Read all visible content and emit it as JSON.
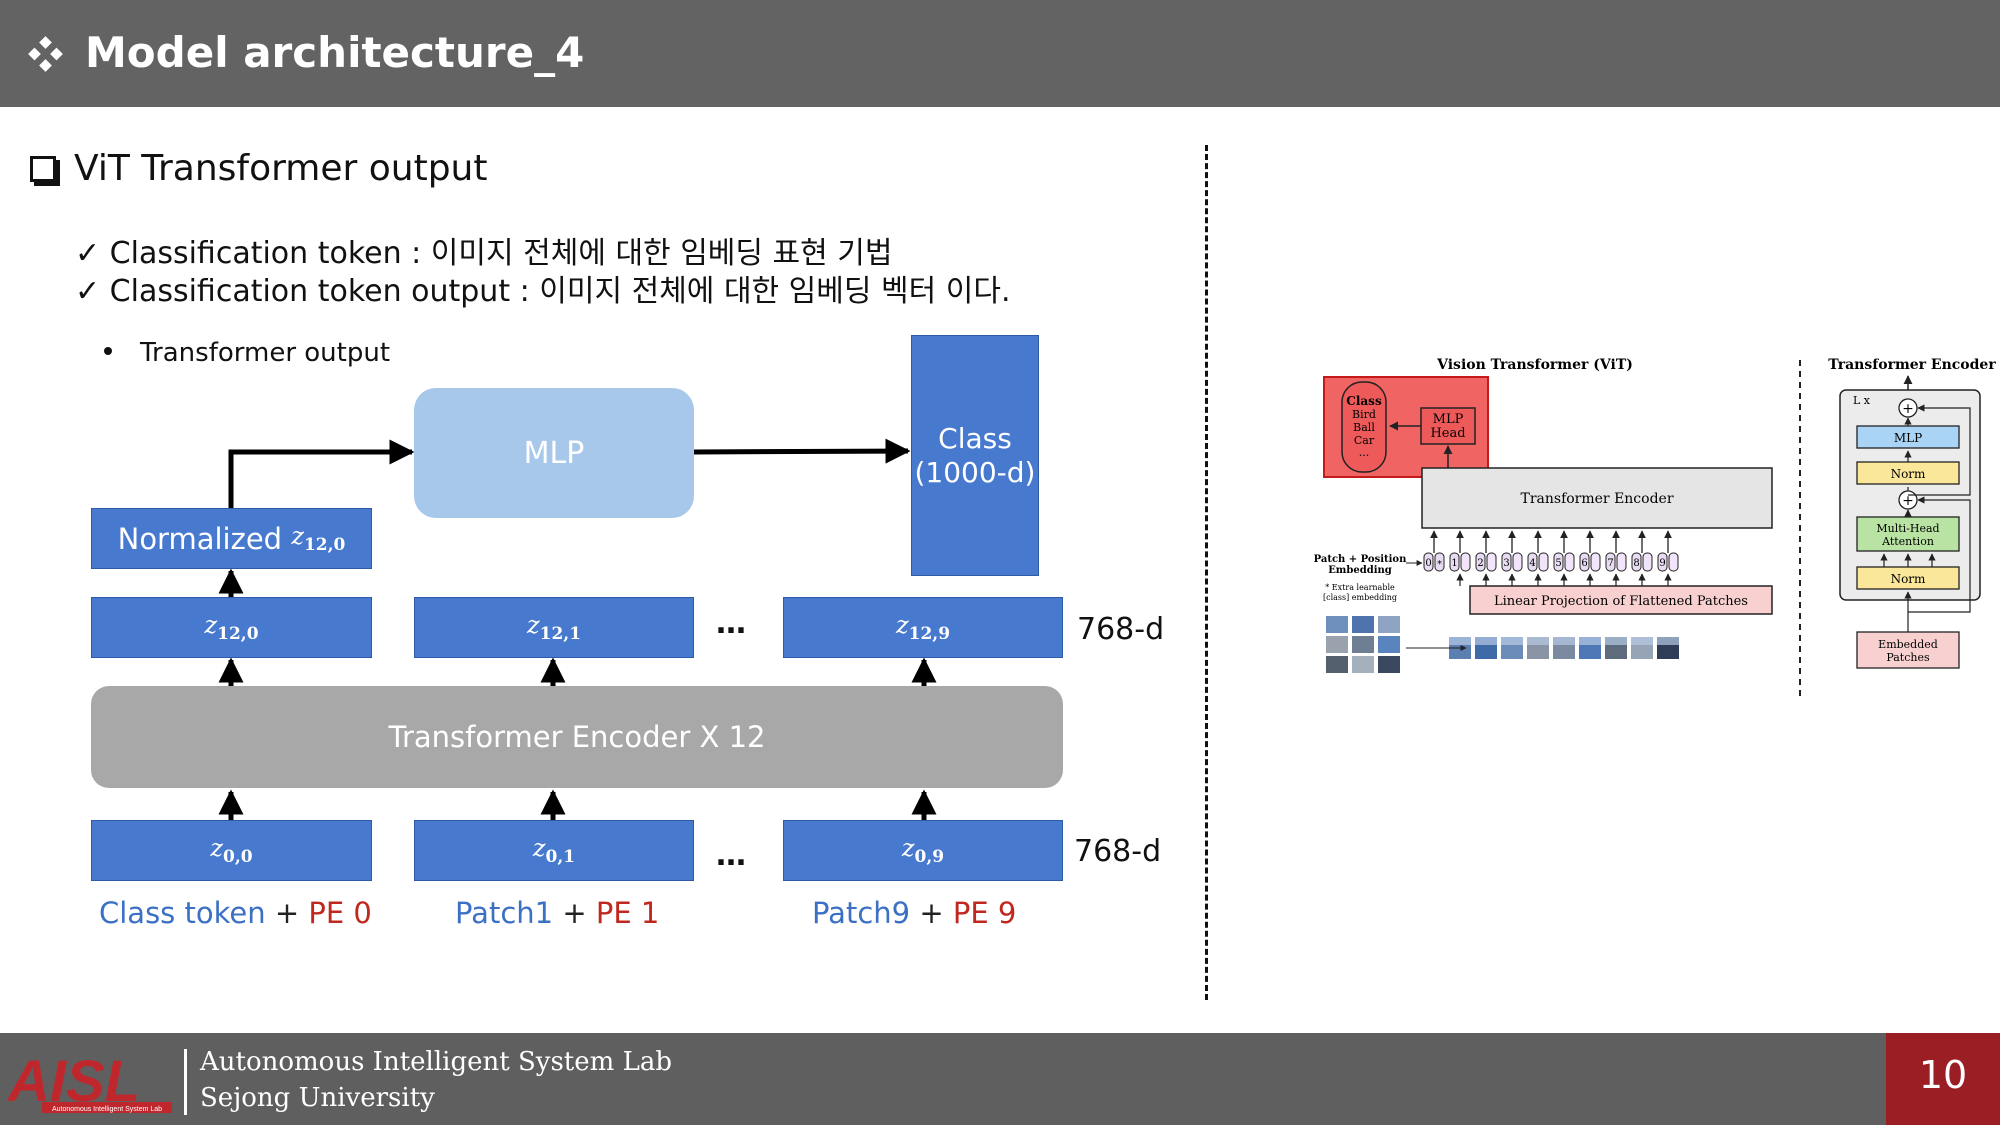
{
  "header": {
    "title": "Model architecture_4"
  },
  "section": {
    "title": "ViT Transformer output",
    "checks": [
      "✓ Classification token : 이미지 전체에 대한 임베딩 표현 기법",
      "✓ Classification token output : 이미지 전체에 대한 임베딩 벡터 이다."
    ],
    "bullet": "Transformer output"
  },
  "diagram": {
    "mlp": "MLP",
    "class_line1": "Class",
    "class_line2": "(1000-d)",
    "normalized_text": "Normalized ",
    "normalized_z": "z",
    "normalized_sub": "12,0",
    "encoder": "Transformer Encoder X 12",
    "outputs": [
      {
        "z": "z",
        "sub": "12,0"
      },
      {
        "z": "z",
        "sub": "12,1"
      },
      {
        "z": "z",
        "sub": "12,9"
      }
    ],
    "inputs": [
      {
        "z": "z",
        "sub": "0,0"
      },
      {
        "z": "z",
        "sub": "0,1"
      },
      {
        "z": "z",
        "sub": "0,9"
      }
    ],
    "dots": "…",
    "dim_top": "768-d",
    "dim_bottom": "768-d",
    "captions": [
      {
        "blue": "Class token",
        "plus": "+",
        "red": "PE 0"
      },
      {
        "blue": "Patch1",
        "plus": "+",
        "red": "PE 1"
      },
      {
        "blue": "Patch9",
        "plus": "+",
        "red": "PE 9"
      }
    ]
  },
  "vit_figure": {
    "title": "Vision Transformer (ViT)",
    "class_box": [
      "Class",
      "Bird",
      "Ball",
      "Car",
      "..."
    ],
    "mlp_head": [
      "MLP",
      "Head"
    ],
    "encoder": "Transformer Encoder",
    "patch_pos": [
      "Patch + Position",
      "Embedding"
    ],
    "extra_note": [
      "* Extra learnable",
      "[class] embedding"
    ],
    "linear_proj": "Linear Projection of Flattened Patches",
    "tokens": [
      "0",
      "1",
      "2",
      "3",
      "4",
      "5",
      "6",
      "7",
      "8",
      "9"
    ],
    "star": "*",
    "enc_title": "Transformer Encoder",
    "lx": "L x",
    "enc_mlp": "MLP",
    "norm": "Norm",
    "mha": [
      "Multi-Head",
      "Attention"
    ],
    "norm2": "Norm",
    "embedded": [
      "Embedded",
      "Patches"
    ],
    "plus": "+"
  },
  "footer": {
    "lab": "Autonomous Intelligent System Lab",
    "university": "Sejong University",
    "logo_text": "AISL",
    "logo_sub": "Autonomous Intelligent System Lab",
    "page": "10"
  },
  "colors": {
    "header": "#636363",
    "blue_box": "#4779cf",
    "mlp_box": "#a7c8ea",
    "encoder_box": "#a8a8a8",
    "caption_blue": "#3b70c4",
    "caption_red": "#c0281f",
    "footer": "#5f5f5f",
    "page_box": "#9c1e25"
  }
}
